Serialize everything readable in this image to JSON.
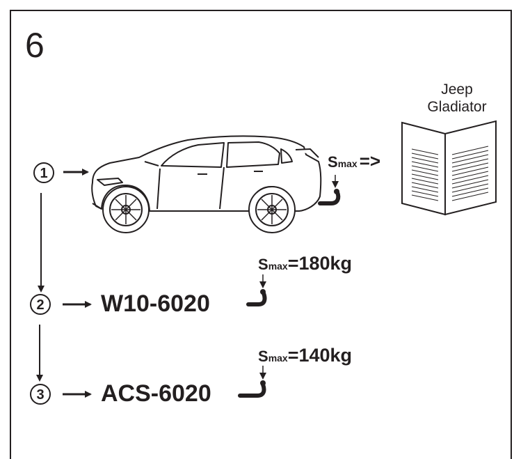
{
  "step": "6",
  "vehicle_book": {
    "line1": "Jeep",
    "line2": "Gladiator"
  },
  "vehicle_smax": {
    "s": "S",
    "sub": "max",
    "suffix": "=>"
  },
  "options": [
    {
      "marker": "1"
    },
    {
      "marker": "2",
      "part": "W10-6020",
      "s": "S",
      "sub": "max",
      "value": "=180kg"
    },
    {
      "marker": "3",
      "part": "ACS-6020",
      "s": "S",
      "sub": "max",
      "value": "=140kg"
    }
  ]
}
